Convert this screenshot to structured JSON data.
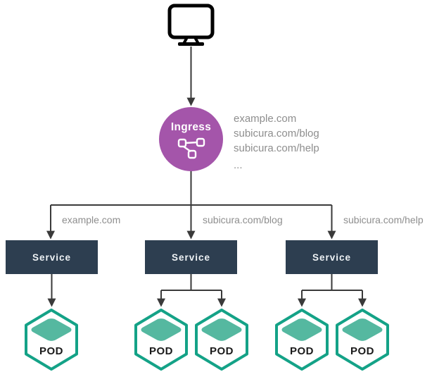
{
  "colors": {
    "line": "#3a3a3a",
    "ingress-bg": "#a455aa",
    "service-bg": "#2d3e50",
    "service-text": "#eef2f5",
    "pod-border": "#14a287",
    "pod-fill": "#55b8a0",
    "muted-text": "#8e8e8e",
    "pod-text": "#1a1a1a",
    "monitor": "#000000",
    "canvas-bg": "#ffffff"
  },
  "ingress": {
    "label": "Ingress",
    "routes": [
      "example.com",
      "subicura.com/blog",
      "subicura.com/help",
      "..."
    ]
  },
  "branches": [
    {
      "label": "example.com",
      "service": "Service",
      "pods": [
        "POD"
      ]
    },
    {
      "label": "subicura.com/blog",
      "service": "Service",
      "pods": [
        "POD",
        "POD"
      ]
    },
    {
      "label": "subicura.com/help",
      "service": "Service",
      "pods": [
        "POD",
        "POD"
      ]
    }
  ]
}
